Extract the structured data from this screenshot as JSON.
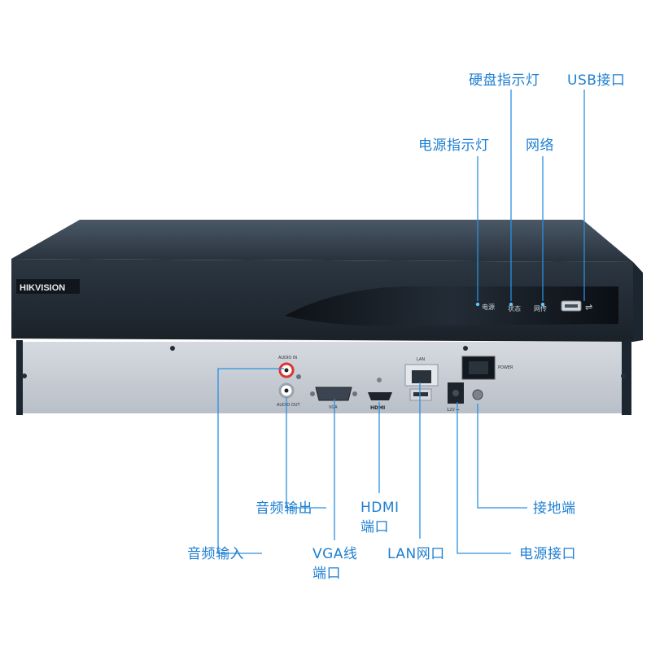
{
  "device": {
    "brand_logo": "HIKVISION",
    "front_indicators": [
      "电源",
      "状态",
      "网传"
    ],
    "rear_labels": {
      "audio_in": "AUDIO IN",
      "audio_out": "AUDIO OUT",
      "vga": "VGA",
      "hdmi": "HDMI",
      "lan": "LAN",
      "power": "POWER",
      "dc_in": "12V ⎓"
    }
  },
  "callouts": {
    "hdd_led": "硬盘指示灯",
    "usb_port": "USB接口",
    "power_led": "电源指示灯",
    "network": "网络",
    "audio_out": "音频输出",
    "hdmi_port_l1": "HDMI",
    "hdmi_port_l2": "端口",
    "ground": "接地端",
    "audio_in": "音频输入",
    "vga_l1": "VGA线",
    "vga_l2": "端口",
    "lan_port": "LAN网口",
    "power_port": "电源接口"
  },
  "colors": {
    "callout_text": "#1f7fd0",
    "leader_line": "#2b8fe0",
    "chassis_top": "#2e3a47",
    "rear_panel": "#c9ced6"
  }
}
